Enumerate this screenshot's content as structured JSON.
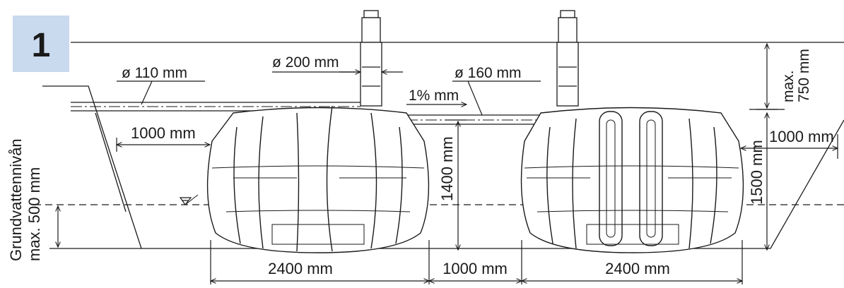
{
  "step_badge": {
    "number": "1",
    "color": "#c9d9ee"
  },
  "labels": {
    "pipe_inlet": "ø 110 mm",
    "riser_diameter": "ø 200 mm",
    "pipe_connection": "ø 160 mm",
    "slope": "1% mm",
    "max_cover_1": "max.",
    "max_cover_2": "750 mm",
    "clearance_left": "1000 mm",
    "clearance_right": "1000 mm",
    "height_tank_1": "1400 mm",
    "height_tank_2": "1500 mm",
    "groundwater_1": "Grundvattennivån",
    "groundwater_2": "max. 500 mm",
    "width_tank_1": "2400 mm",
    "spacing": "1000 mm",
    "width_tank_2": "2400 mm"
  },
  "colors": {
    "line": "#1a1a1a",
    "badge": "#c9d9ee",
    "background": "#ffffff"
  }
}
